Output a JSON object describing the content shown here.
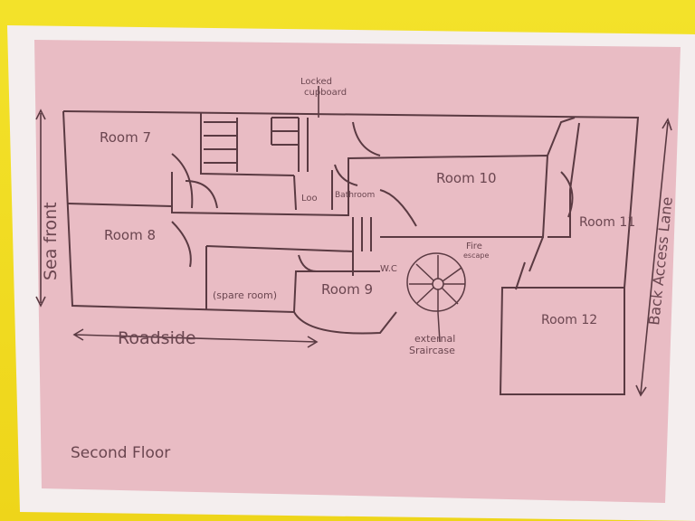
{
  "plan": {
    "title": "Second Floor",
    "rooms": {
      "room7": "Room 7",
      "room8": "Room 8",
      "room9": "Room 9",
      "room10": "Room 10",
      "room11": "Room 11",
      "room12": "Room 12",
      "spare": "(spare room)",
      "loo": "Loo",
      "bathroom": "Bathroom",
      "wc": "W.C"
    },
    "annotations": {
      "locked_cupboard_1": "Locked",
      "locked_cupboard_2": "cupboard",
      "fire_escape_1": "Fire",
      "fire_escape_2": "escape",
      "external_staircase_1": "external",
      "external_staircase_2": "Sraircase"
    },
    "sides": {
      "left": "Sea front",
      "bottom": "Roadside",
      "right": "Back Access Lane"
    },
    "colors": {
      "wall": "#f0dd1c",
      "paper": "#e9bcc4",
      "ink": "#5a3a42"
    }
  }
}
